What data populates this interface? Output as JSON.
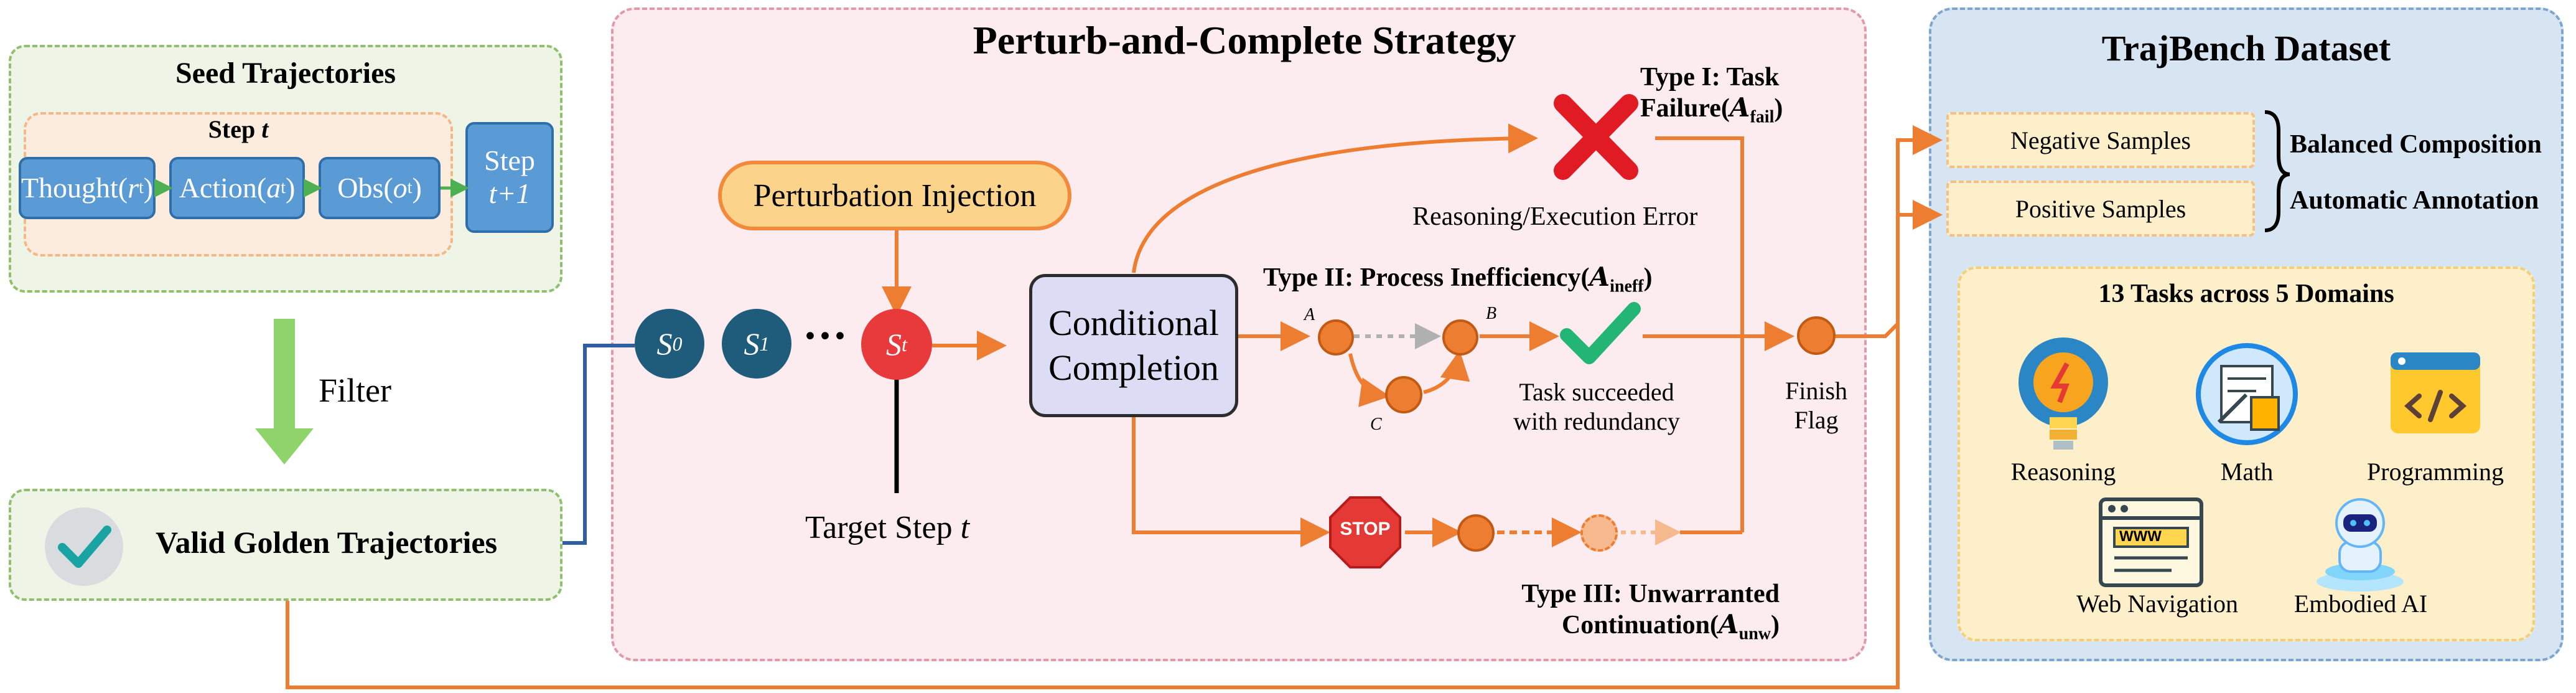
{
  "seed": {
    "title": "Seed Trajectories",
    "step_label": "Step ",
    "step_var": "t",
    "thought_base": "Thought(",
    "action_base": "Action(",
    "obs_base": "Obs(",
    "var_r": "r",
    "var_a": "a",
    "var_o": "o",
    "sub_t": "t",
    "close_paren": ")",
    "next_step_line1": "Step",
    "next_step_line2": "t+1"
  },
  "filter_label": "Filter",
  "valid_title": "Valid Golden Trajectories",
  "center": {
    "title": "Perturb-and-Complete Strategy",
    "perturbation": "Perturbation Injection",
    "s_letter": "S",
    "s0_sub": "0",
    "s1_sub": "1",
    "st_sub": "t",
    "ellipsis": "···",
    "target_step": "Target Step ",
    "target_var": "t",
    "conditional_line1": "Conditional",
    "conditional_line2": "Completion",
    "type1_line1": "Type I: Task",
    "type1_line2": "Failure(",
    "type1_sym": "A",
    "type1_sub": "fail",
    "type1_close": ")",
    "reasoning_error": "Reasoning/Execution Error",
    "type2_text": "Type II: Process Inefficiency(",
    "type2_sym": "A",
    "type2_sub": "ineff",
    "type2_close": ")",
    "node_a": "A",
    "node_b": "B",
    "node_c": "C",
    "succeeded_line1": "Task succeeded",
    "succeeded_line2": "with redundancy",
    "finish_line1": "Finish",
    "finish_line2": "Flag",
    "stop_text": "STOP",
    "type3_line1": "Type III: Unwarranted",
    "type3_line2": "Continuation(",
    "type3_sym": "A",
    "type3_sub": "unw",
    "type3_close": ")"
  },
  "dataset": {
    "title": "TrajBench Dataset",
    "negative": "Negative Samples",
    "positive": "Positive Samples",
    "balanced": "Balanced Composition",
    "automatic": "Automatic Annotation",
    "tasks_title": "13 Tasks across 5 Domains",
    "domains": [
      "Reasoning",
      "Math",
      "Programming",
      "Web Navigation",
      "Embodied AI"
    ],
    "web_screen_text": "WWW"
  },
  "colors": {
    "orange": "#ed7d31",
    "dark_teal": "#1f5b7a",
    "red_node": "#e83a3a",
    "blue_step": "#5b9bd5",
    "green_arrow": "#8fd46a",
    "cross_red": "#e01b24",
    "check_green": "#22b573"
  }
}
